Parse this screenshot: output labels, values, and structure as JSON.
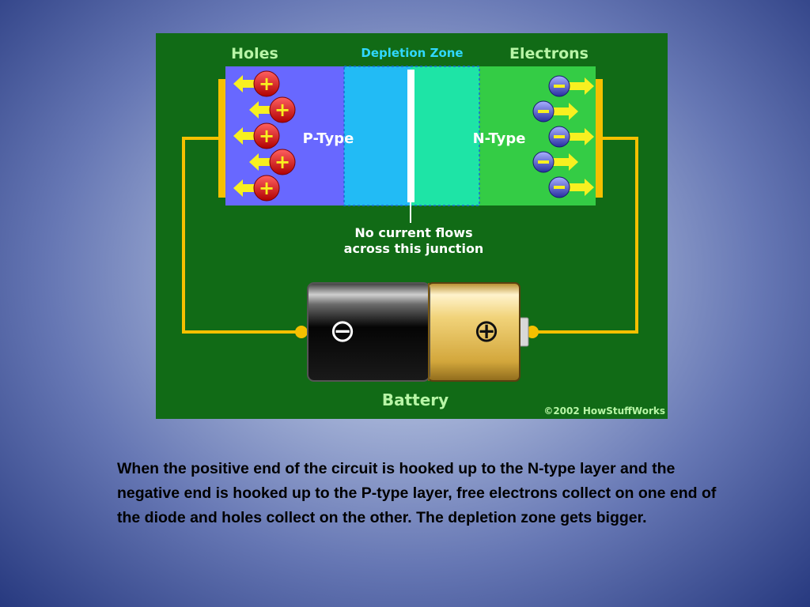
{
  "diagram": {
    "label_holes": "Holes",
    "label_depletion": "Depletion Zone",
    "label_electrons": "Electrons",
    "label_p_type": "P-Type",
    "label_n_type": "N-Type",
    "junction_line1": "No current flows",
    "junction_line2": "across this junction",
    "label_battery": "Battery",
    "battery_negative_symbol": "⊖",
    "battery_positive_symbol": "⊕",
    "copyright": "©2002 HowStuffWorks",
    "hole_symbol": "+",
    "electron_symbol": "–",
    "hole_count": 5,
    "electron_count": 5,
    "colors": {
      "board": "#116b16",
      "p_type": "#6868ff",
      "depletion_left": "#22bbf5",
      "depletion_right": "#1ee4a6",
      "n_type": "#34cc45",
      "wire": "#f5c000",
      "label_text": "#b8f5a6",
      "depletion_label": "#30d8ff",
      "hole": "#d81818",
      "electron": "#3a44c8",
      "arrow": "#f8f020"
    }
  },
  "caption": "When the positive end of the circuit is hooked up to the N-type layer and the negative end is hooked up to the P-type layer, free electrons collect on one end of the diode and holes collect on the other. The depletion zone gets bigger."
}
